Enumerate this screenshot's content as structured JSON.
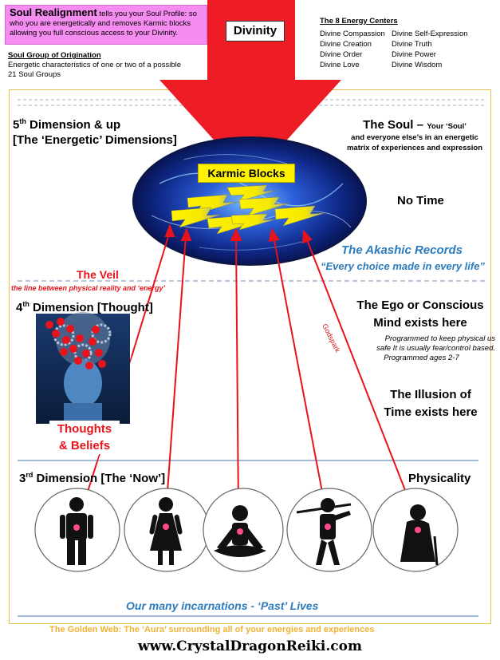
{
  "header": {
    "soul_realignment_title": "Soul Realignment",
    "soul_realignment_text": "tells you your Soul Profile: so who you are energetically and removes Karmic blocks allowing you full conscious access to your Divinity.",
    "soul_group_title": "Soul Group of Origination",
    "soul_group_text": "Energetic characteristics of one or two of a possible 21 Soul Groups",
    "divinity": "Divinity",
    "energy_centers_title": "The 8 Energy Centers",
    "energy_centers_col1": [
      "Divine Compassion",
      "Divine Creation",
      "Divine Order",
      "Divine Love"
    ],
    "energy_centers_col2": [
      "Divine Self-Expression",
      "Divine Truth",
      "Divine Power",
      "Divine Wisdom"
    ]
  },
  "fifth": {
    "line1_num": "5",
    "line1_sup": "th",
    "line1_rest": " Dimension & up",
    "line2": "[The ‘Energetic’ Dimensions]"
  },
  "soul": {
    "title": "The Soul –",
    "sub1": "Your ‘Soul’",
    "sub2": "and everyone else’s in an  energetic",
    "sub3": "matrix of experiences and expression"
  },
  "karmic_blocks": "Karmic Blocks",
  "no_time": "No Time",
  "akashic": {
    "title": "The Akashic Records",
    "sub": "“Every choice made in every life”"
  },
  "veil": {
    "title": "The Veil",
    "sub": "the line between physical reality and ‘energy’"
  },
  "godspark": "Godspark",
  "fourth": {
    "num": "4",
    "sup": "th",
    "rest": " Dimension [Thought]"
  },
  "ego": {
    "line1": "The Ego or Conscious",
    "line2": "Mind exists here",
    "sub1": "Programmed to keep physical us",
    "sub2": "safe It is usually fear/control based.",
    "sub3": "Programmed ages 2-7"
  },
  "illusion": {
    "line1": "The Illusion of",
    "line2": "Time exists here"
  },
  "thoughts": {
    "line1": "Thoughts",
    "line2": "& Beliefs"
  },
  "third": {
    "num": "3",
    "sup": "rd",
    "rest": " Dimension [The ‘Now’]"
  },
  "physicality": "Physicality",
  "incarnations_icons": [
    "man-icon",
    "woman-icon",
    "meditating-person-icon",
    "musician-icon",
    "elderly-woman-icon"
  ],
  "incarnations_label": "Our  many incarnations - ‘Past’ Lives",
  "golden_web": "The Golden Web: The ‘Aura’ surrounding all of your energies and experiences",
  "website": "www.CrystalDragonReiki.com",
  "colors": {
    "arrow_red": "#ee1c24",
    "veil_red": "#e8131b",
    "akashic_blue": "#2b7bbd",
    "karmic_yellow": "#fff200",
    "golden": "#f2b233",
    "pink_box": "#f58cf0",
    "frame_gold": "#e5c14d"
  }
}
